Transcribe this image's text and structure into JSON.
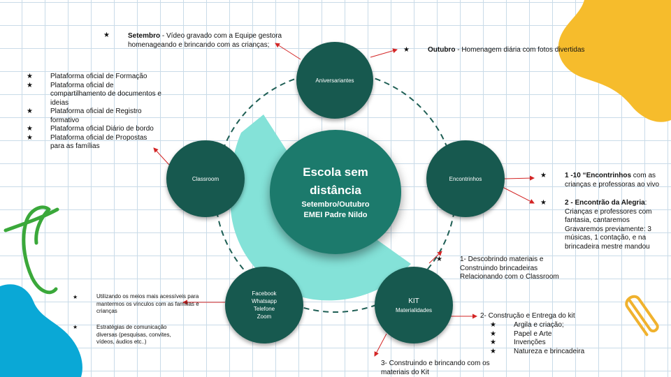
{
  "center": {
    "title": "Escola sem distância",
    "subtitle1": "Setembro/Outubro",
    "subtitle2": "EMEI Padre Nildo"
  },
  "nodes": {
    "aniversariantes": "Aniversariantes",
    "classroom": "Classroom",
    "encontrinhos": "Encontrinhos",
    "comunicacao": [
      "Facebook",
      "Whatsapp",
      "Telefone",
      "Zoom"
    ],
    "kit_title": "KIT",
    "kit_sub": "Materialidades"
  },
  "bullet_glyph": "★",
  "aniversariantes_notes": {
    "setembro_label": "Setembro",
    "setembro_text": " - Vídeo gravado com a Equipe gestora homenageando e brincando com as crianças;",
    "outubro_label": "Outubro",
    "outubro_text": " - Homenagem diária com fotos divertidas"
  },
  "classroom_list": [
    "Plataforma oficial de Formação",
    "Plataforma oficial de compartilhamento de documentos e ideias",
    "Plataforma oficial de Registro formativo",
    "Plataforma oficial Diário de bordo",
    "Plataforma oficial de Propostas para as famílias"
  ],
  "encontrinhos_notes": {
    "item1_bold": "1 -10 “Encontrinhos",
    "item1_text": " com as crianças e professoras ao vivo",
    "item2_bold": "2 - Encontrão da Alegria",
    "item2_text": ": Crianças e professores com fantasia, cantaremos",
    "item2_extra": "Gravaremos previamente: 3 músicas, 1 contação, e na brincadeira mestre mandou"
  },
  "comunicacao_notes": [
    "Utilizando os meios mais acessíveis para mantermos os vínculos com as famílias e crianças",
    "Estratégias de comunicação diversas (pesquisas, convites, vídeos, áudios etc..)"
  ],
  "kit_notes": {
    "step1": "1- Descobrindo materiais e Construindo brincadeiras Relacionando com o Classroom",
    "step2": "2- Construção e Entrega do kit",
    "step2_items": [
      "Argila e criação;",
      "Papel e Arte",
      "Invenções",
      "Natureza e brincadeira"
    ],
    "step3": "3- Construindo e brincando com os materiais do Kit"
  },
  "colors": {
    "node": "#17594f",
    "center": "#1c7a6c",
    "wedge": "#84e2d8",
    "orbit": "#1f5f55",
    "arrow": "#d32525",
    "blob_yellow": "#f6bc2c",
    "blob_blue": "#0aa8d6",
    "squiggle_green": "#3aa83a",
    "paperclip": "#f0b22e"
  }
}
